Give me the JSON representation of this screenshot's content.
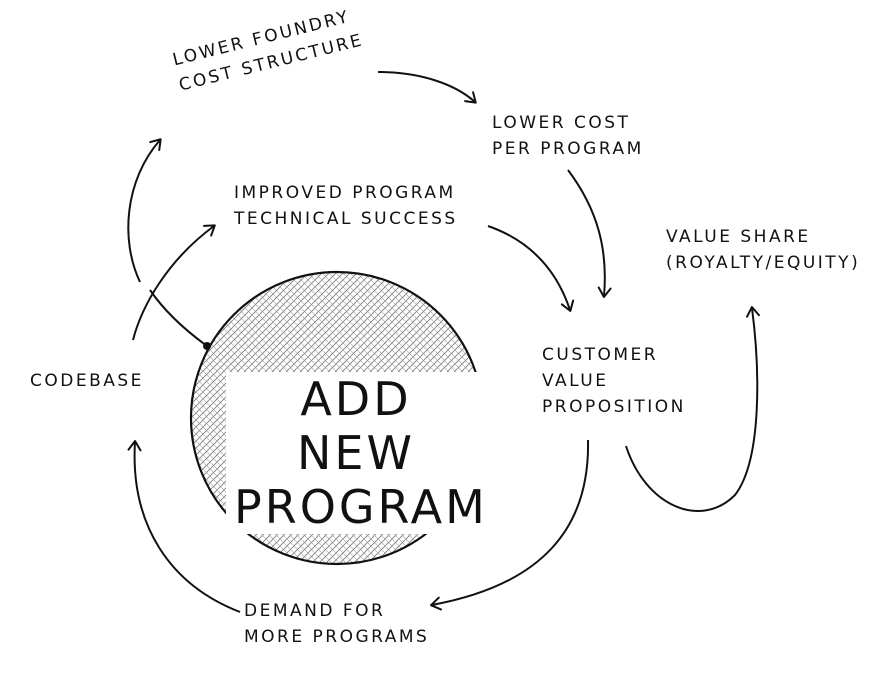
{
  "center": {
    "line1": "ADD NEW",
    "line2": "PROGRAM"
  },
  "nodes": {
    "lower_foundry": {
      "line1": "LOWER FOUNDRY",
      "line2": "COST STRUCTURE"
    },
    "lower_cost": {
      "line1": "LOWER COST",
      "line2": "PER PROGRAM"
    },
    "improved": {
      "line1": "IMPROVED PROGRAM",
      "line2": "TECHNICAL SUCCESS"
    },
    "value_share": {
      "line1": "VALUE SHARE",
      "line2": "(ROYALTY/EQUITY)"
    },
    "codebase": {
      "line1": "CODEBASE"
    },
    "customer_value": {
      "line1": "CUSTOMER",
      "line2": "VALUE",
      "line3": "PROPOSITION"
    },
    "demand": {
      "line1": "DEMAND FOR",
      "line2": "MORE PROGRAMS"
    }
  }
}
